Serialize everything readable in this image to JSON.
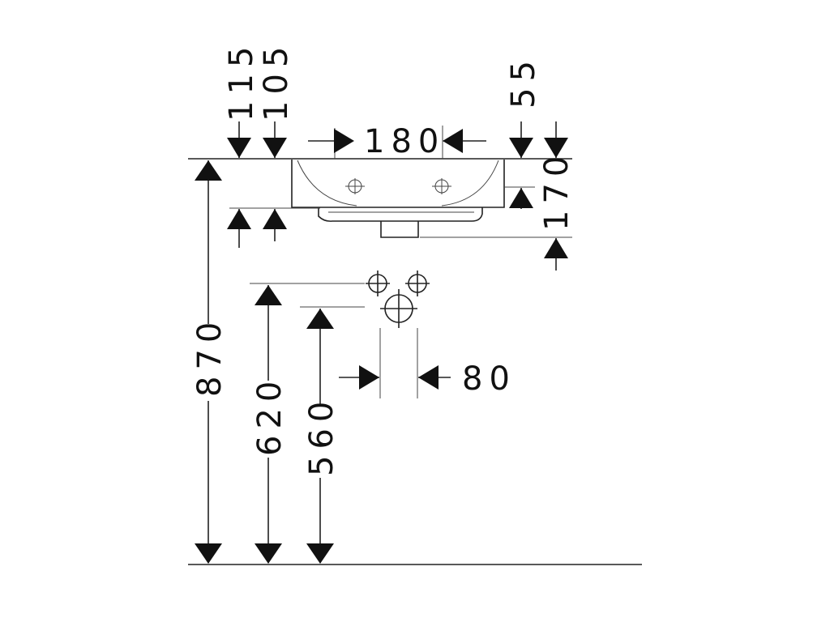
{
  "drawing": {
    "labels": {
      "d115": "115",
      "d105": "105",
      "d55": "55",
      "d180": "180",
      "d170": "170",
      "d870": "870",
      "d620": "620",
      "d560": "560",
      "d80": "80"
    }
  }
}
